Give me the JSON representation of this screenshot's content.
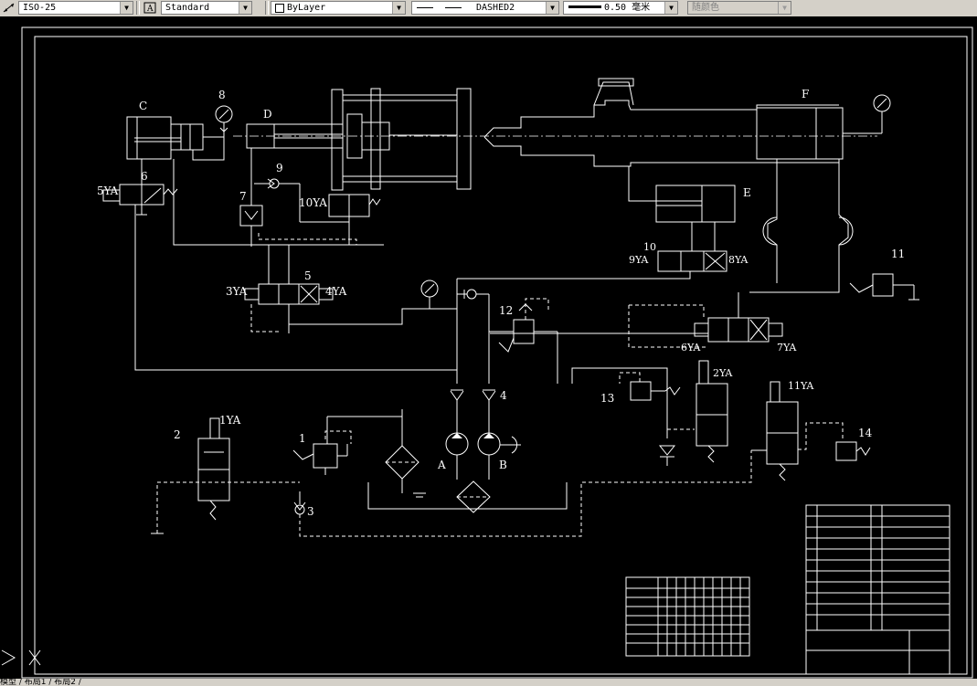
{
  "toolbar": {
    "dimstyle": "ISO-25",
    "textstyle": "Standard",
    "layer": "ByLayer",
    "linetype": "DASHED2",
    "lineweight": "0.50 毫米",
    "plotstyle": "随颜色"
  },
  "layout_tabs": [
    "模型",
    "布局1",
    "布局2"
  ],
  "components": {
    "c": "C",
    "d": "D",
    "e": "E",
    "f": "F",
    "n1": "1",
    "n2": "2",
    "n3": "3",
    "n4": "4",
    "n5": "5",
    "n6": "6",
    "n7": "7",
    "n8": "8",
    "n9": "9",
    "n10": "10",
    "n11": "11",
    "n12": "12",
    "n13": "13",
    "n14": "14",
    "pump_a": "A",
    "pump_b": "B"
  },
  "solenoids": {
    "ya1": "1YA",
    "ya2": "2YA",
    "ya3": "3YA",
    "ya4": "4YA",
    "ya5": "5YA",
    "ya6": "6YA",
    "ya7": "7YA",
    "ya8": "8YA",
    "ya9": "9YA",
    "ya10": "10YA",
    "ya11": "11YA"
  },
  "colors": {
    "background": "#000000",
    "lines": "#ffffff",
    "toolbar": "#d4d0c8"
  }
}
